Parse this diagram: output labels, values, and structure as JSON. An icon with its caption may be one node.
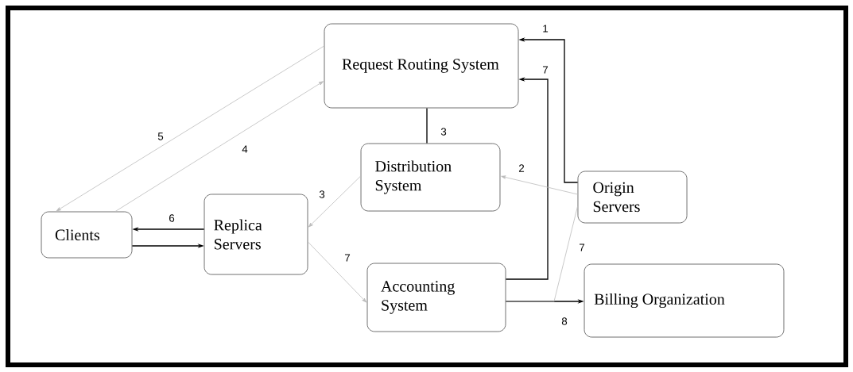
{
  "diagram": {
    "nodes": [
      {
        "text": [
          "Request Routing System"
        ]
      },
      {
        "text": [
          "Distribution System"
        ]
      },
      {
        "text": [
          "Origin Servers"
        ]
      },
      {
        "text": [
          "Clients"
        ]
      },
      {
        "text": [
          "Replica Servers"
        ]
      },
      {
        "text": [
          "Accounting System"
        ]
      },
      {
        "text": [
          "Billing Organization"
        ]
      }
    ],
    "edges": [
      {
        "from": 2,
        "to": 0,
        "arrow": "to",
        "label": "1"
      },
      {
        "from": 5,
        "to": 0,
        "arrow": "to",
        "label": "7"
      },
      {
        "from": 0,
        "to": 1,
        "arrow": "none",
        "label": "3"
      },
      {
        "from": 2,
        "to": 1,
        "arrow": "to",
        "label": "2",
        "color": "#bbbbbb"
      },
      {
        "from": 1,
        "to": 4,
        "arrow": "to",
        "label": "3",
        "color": "#bbbbbb"
      },
      {
        "from": 0,
        "to": 3,
        "arrow": "to",
        "label": "5",
        "color": "#bbbbbb"
      },
      {
        "from": 3,
        "to": 0,
        "arrow": "to",
        "label": "4",
        "color": "#bbbbbb"
      },
      {
        "from": 4,
        "to": 3,
        "arrow": "to",
        "label": "6"
      },
      {
        "from": 3,
        "to": 4,
        "arrow": "to"
      },
      {
        "from": 4,
        "to": 5,
        "arrow": "to",
        "label": "7",
        "color": "#bbbbbb"
      },
      {
        "from": 5,
        "to": 6,
        "arrow": "to",
        "label": "8"
      },
      {
        "from": 5,
        "to": 2,
        "arrow": "none",
        "label": "7",
        "color": "#bbbbbb"
      }
    ]
  }
}
